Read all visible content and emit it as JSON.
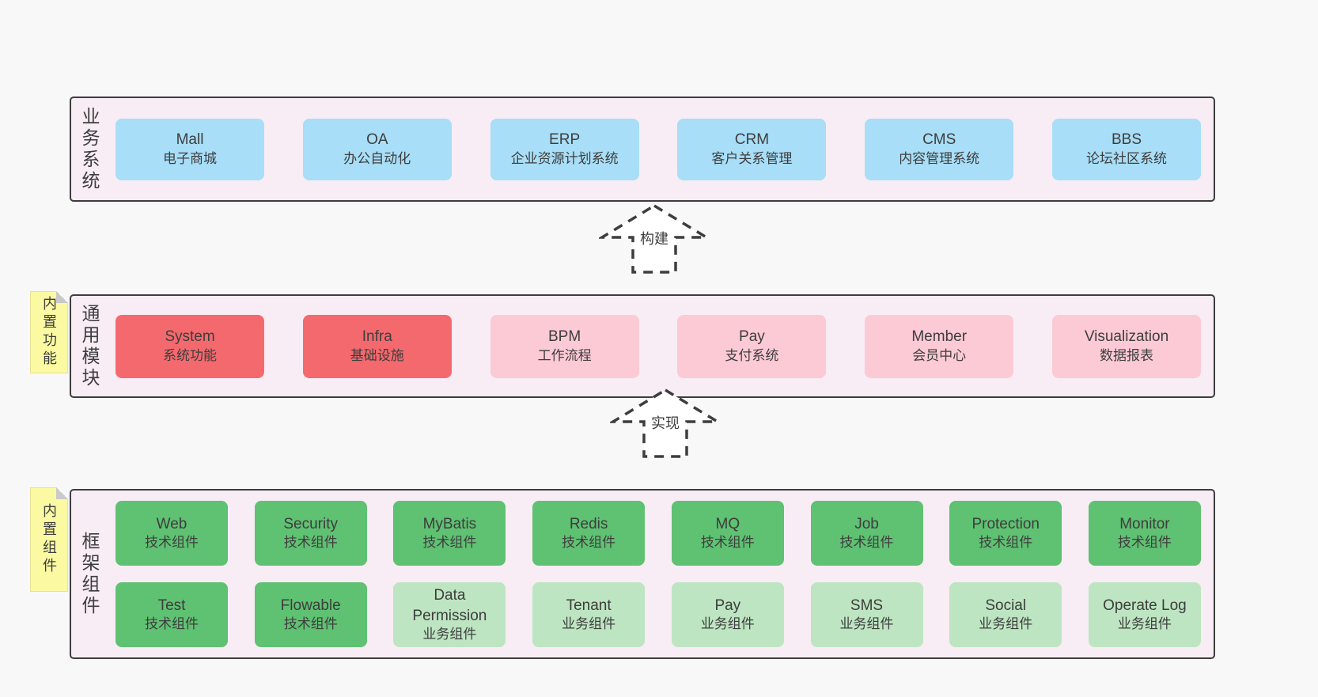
{
  "colors": {
    "page_bg": "#f8f8f8",
    "band_bg": "#f8ecf5",
    "band_border": "#3d3d3d",
    "blue": "#a8def7",
    "red": "#f4696d",
    "pink": "#fccad5",
    "green": "#5fc172",
    "light_green": "#bde5c1",
    "sticky_yellow": "#fbf9a1",
    "sticky_fold": "#c9c9c9",
    "text": "#3d3d3d"
  },
  "arrows": [
    {
      "label": "构建"
    },
    {
      "label": "实现"
    }
  ],
  "bands": [
    {
      "label": "业务系统",
      "rows": [
        [
          {
            "en": "Mall",
            "zh": "电子商城",
            "variant": "blue"
          },
          {
            "en": "OA",
            "zh": "办公自动化",
            "variant": "blue"
          },
          {
            "en": "ERP",
            "zh": "企业资源计划系统",
            "variant": "blue"
          },
          {
            "en": "CRM",
            "zh": "客户关系管理",
            "variant": "blue"
          },
          {
            "en": "CMS",
            "zh": "内容管理系统",
            "variant": "blue"
          },
          {
            "en": "BBS",
            "zh": "论坛社区系统",
            "variant": "blue"
          }
        ]
      ]
    },
    {
      "label": "通用模块",
      "sticky": "内置功能",
      "rows": [
        [
          {
            "en": "System",
            "zh": "系统功能",
            "variant": "red"
          },
          {
            "en": "Infra",
            "zh": "基础设施",
            "variant": "red"
          },
          {
            "en": "BPM",
            "zh": "工作流程",
            "variant": "pink"
          },
          {
            "en": "Pay",
            "zh": "支付系统",
            "variant": "pink"
          },
          {
            "en": "Member",
            "zh": "会员中心",
            "variant": "pink"
          },
          {
            "en": "Visualization",
            "zh": "数据报表",
            "variant": "pink"
          }
        ]
      ]
    },
    {
      "label": "框架组件",
      "sticky": "内置组件",
      "rows": [
        [
          {
            "en": "Web",
            "zh": "技术组件",
            "variant": "green"
          },
          {
            "en": "Security",
            "zh": "技术组件",
            "variant": "green"
          },
          {
            "en": "MyBatis",
            "zh": "技术组件",
            "variant": "green"
          },
          {
            "en": "Redis",
            "zh": "技术组件",
            "variant": "green"
          },
          {
            "en": "MQ",
            "zh": "技术组件",
            "variant": "green"
          },
          {
            "en": "Job",
            "zh": "技术组件",
            "variant": "green"
          },
          {
            "en": "Protection",
            "zh": "技术组件",
            "variant": "green"
          },
          {
            "en": "Monitor",
            "zh": "技术组件",
            "variant": "green"
          }
        ],
        [
          {
            "en": "Test",
            "zh": "技术组件",
            "variant": "green"
          },
          {
            "en": "Flowable",
            "zh": "技术组件",
            "variant": "green"
          },
          {
            "en": "Data Permission",
            "zh": "业务组件",
            "variant": "lightgreen"
          },
          {
            "en": "Tenant",
            "zh": "业务组件",
            "variant": "lightgreen"
          },
          {
            "en": "Pay",
            "zh": "业务组件",
            "variant": "lightgreen"
          },
          {
            "en": "SMS",
            "zh": "业务组件",
            "variant": "lightgreen"
          },
          {
            "en": "Social",
            "zh": "业务组件",
            "variant": "lightgreen"
          },
          {
            "en": "Operate Log",
            "zh": "业务组件",
            "variant": "lightgreen"
          }
        ]
      ]
    }
  ]
}
